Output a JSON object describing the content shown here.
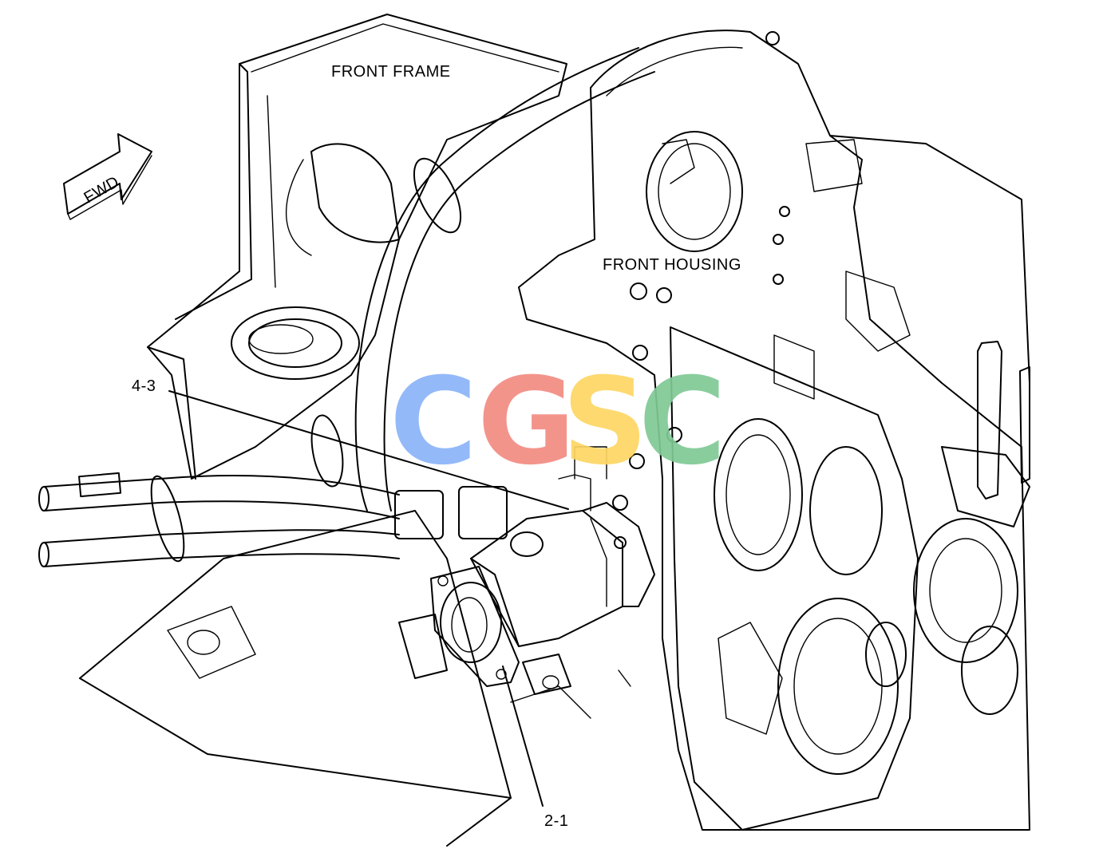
{
  "labels": {
    "front_frame": "FRONT FRAME",
    "front_housing": "FRONT HOUSING",
    "fwd_arrow": "FWD",
    "callout_upper": "4-3",
    "callout_lower": "2-1"
  },
  "watermark": {
    "letters": [
      "C",
      "G",
      "S",
      "C"
    ],
    "colors": [
      "#8ab4f8",
      "#f28b82",
      "#fdd663",
      "#81c995"
    ]
  }
}
